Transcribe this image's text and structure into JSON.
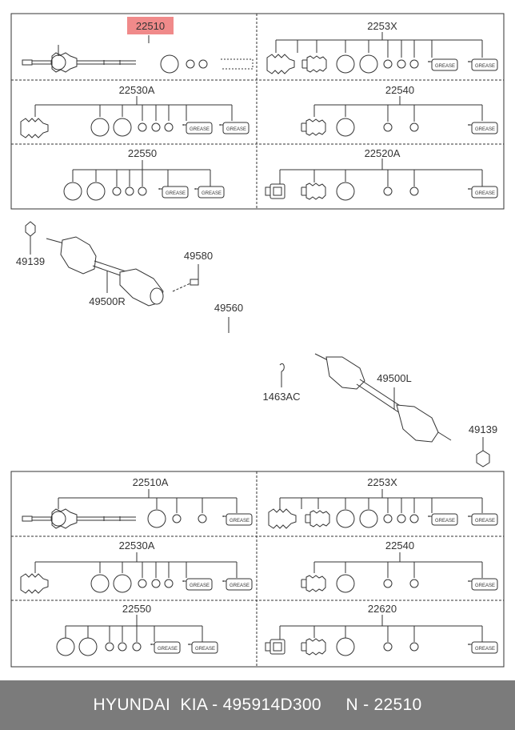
{
  "colors": {
    "line": "#333333",
    "highlight": "#f08a8a",
    "footer_bg": "#7b7b7b",
    "footer_text": "#ffffff"
  },
  "grease_label": "GREASE",
  "top_panels": [
    {
      "code": "22510",
      "highlighted": true,
      "icon": "shaft-assembly-icon"
    },
    {
      "code": "2253X",
      "icon": "outer-joint-kit-icon"
    },
    {
      "code": "22530A",
      "icon": "boot-kit-icon"
    },
    {
      "code": "22540",
      "icon": "boot-kit-icon"
    },
    {
      "code": "22550",
      "icon": "ring-kit-icon"
    },
    {
      "code": "22520A",
      "icon": "inner-joint-kit-icon"
    }
  ],
  "bottom_panels": [
    {
      "code": "22510A",
      "icon": "shaft-assembly-icon"
    },
    {
      "code": "2253X",
      "icon": "outer-joint-kit-icon"
    },
    {
      "code": "22530A",
      "icon": "boot-kit-icon"
    },
    {
      "code": "22540",
      "icon": "boot-kit-icon"
    },
    {
      "code": "22550",
      "icon": "ring-kit-icon"
    },
    {
      "code": "22620",
      "icon": "inner-joint-kit-icon"
    }
  ],
  "callouts": {
    "nut_left": "49139",
    "shaft_right": "49500R",
    "bolt": "49580",
    "bearing_bracket": "49560",
    "clip": "1463AC",
    "shaft_left": "49500L",
    "nut_right": "49139"
  },
  "footer": {
    "text": "HYUNDAI  KIA - 495914D300     N - 22510"
  }
}
